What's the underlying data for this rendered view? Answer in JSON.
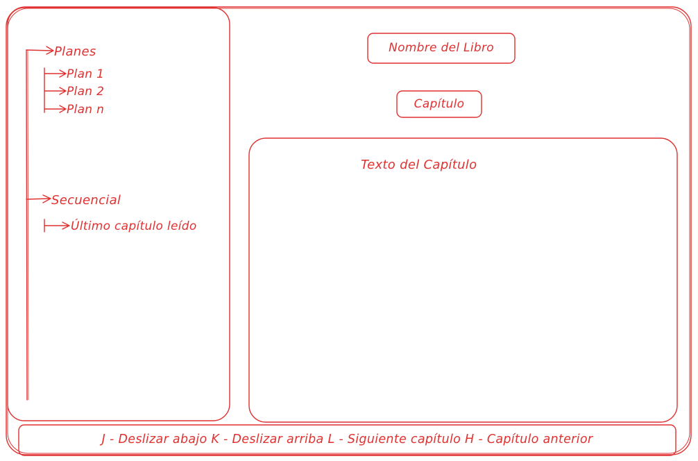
{
  "colors": {
    "stroke": "#e03131",
    "background": "#ffffff"
  },
  "sidebar": {
    "planes": {
      "label": "Planes",
      "items": [
        "Plan 1",
        "Plan 2",
        "Plan n"
      ]
    },
    "secuencial": {
      "label": "Secuencial",
      "items": [
        "Último capítulo leído"
      ]
    }
  },
  "main": {
    "book_name": "Nombre del Libro",
    "chapter": "Capítulo",
    "chapter_text": "Texto del Capítulo"
  },
  "footer": {
    "shortcuts": "J - Deslizar abajo  K - Deslizar arriba  L - Siguiente capítulo  H - Capítulo anterior"
  }
}
